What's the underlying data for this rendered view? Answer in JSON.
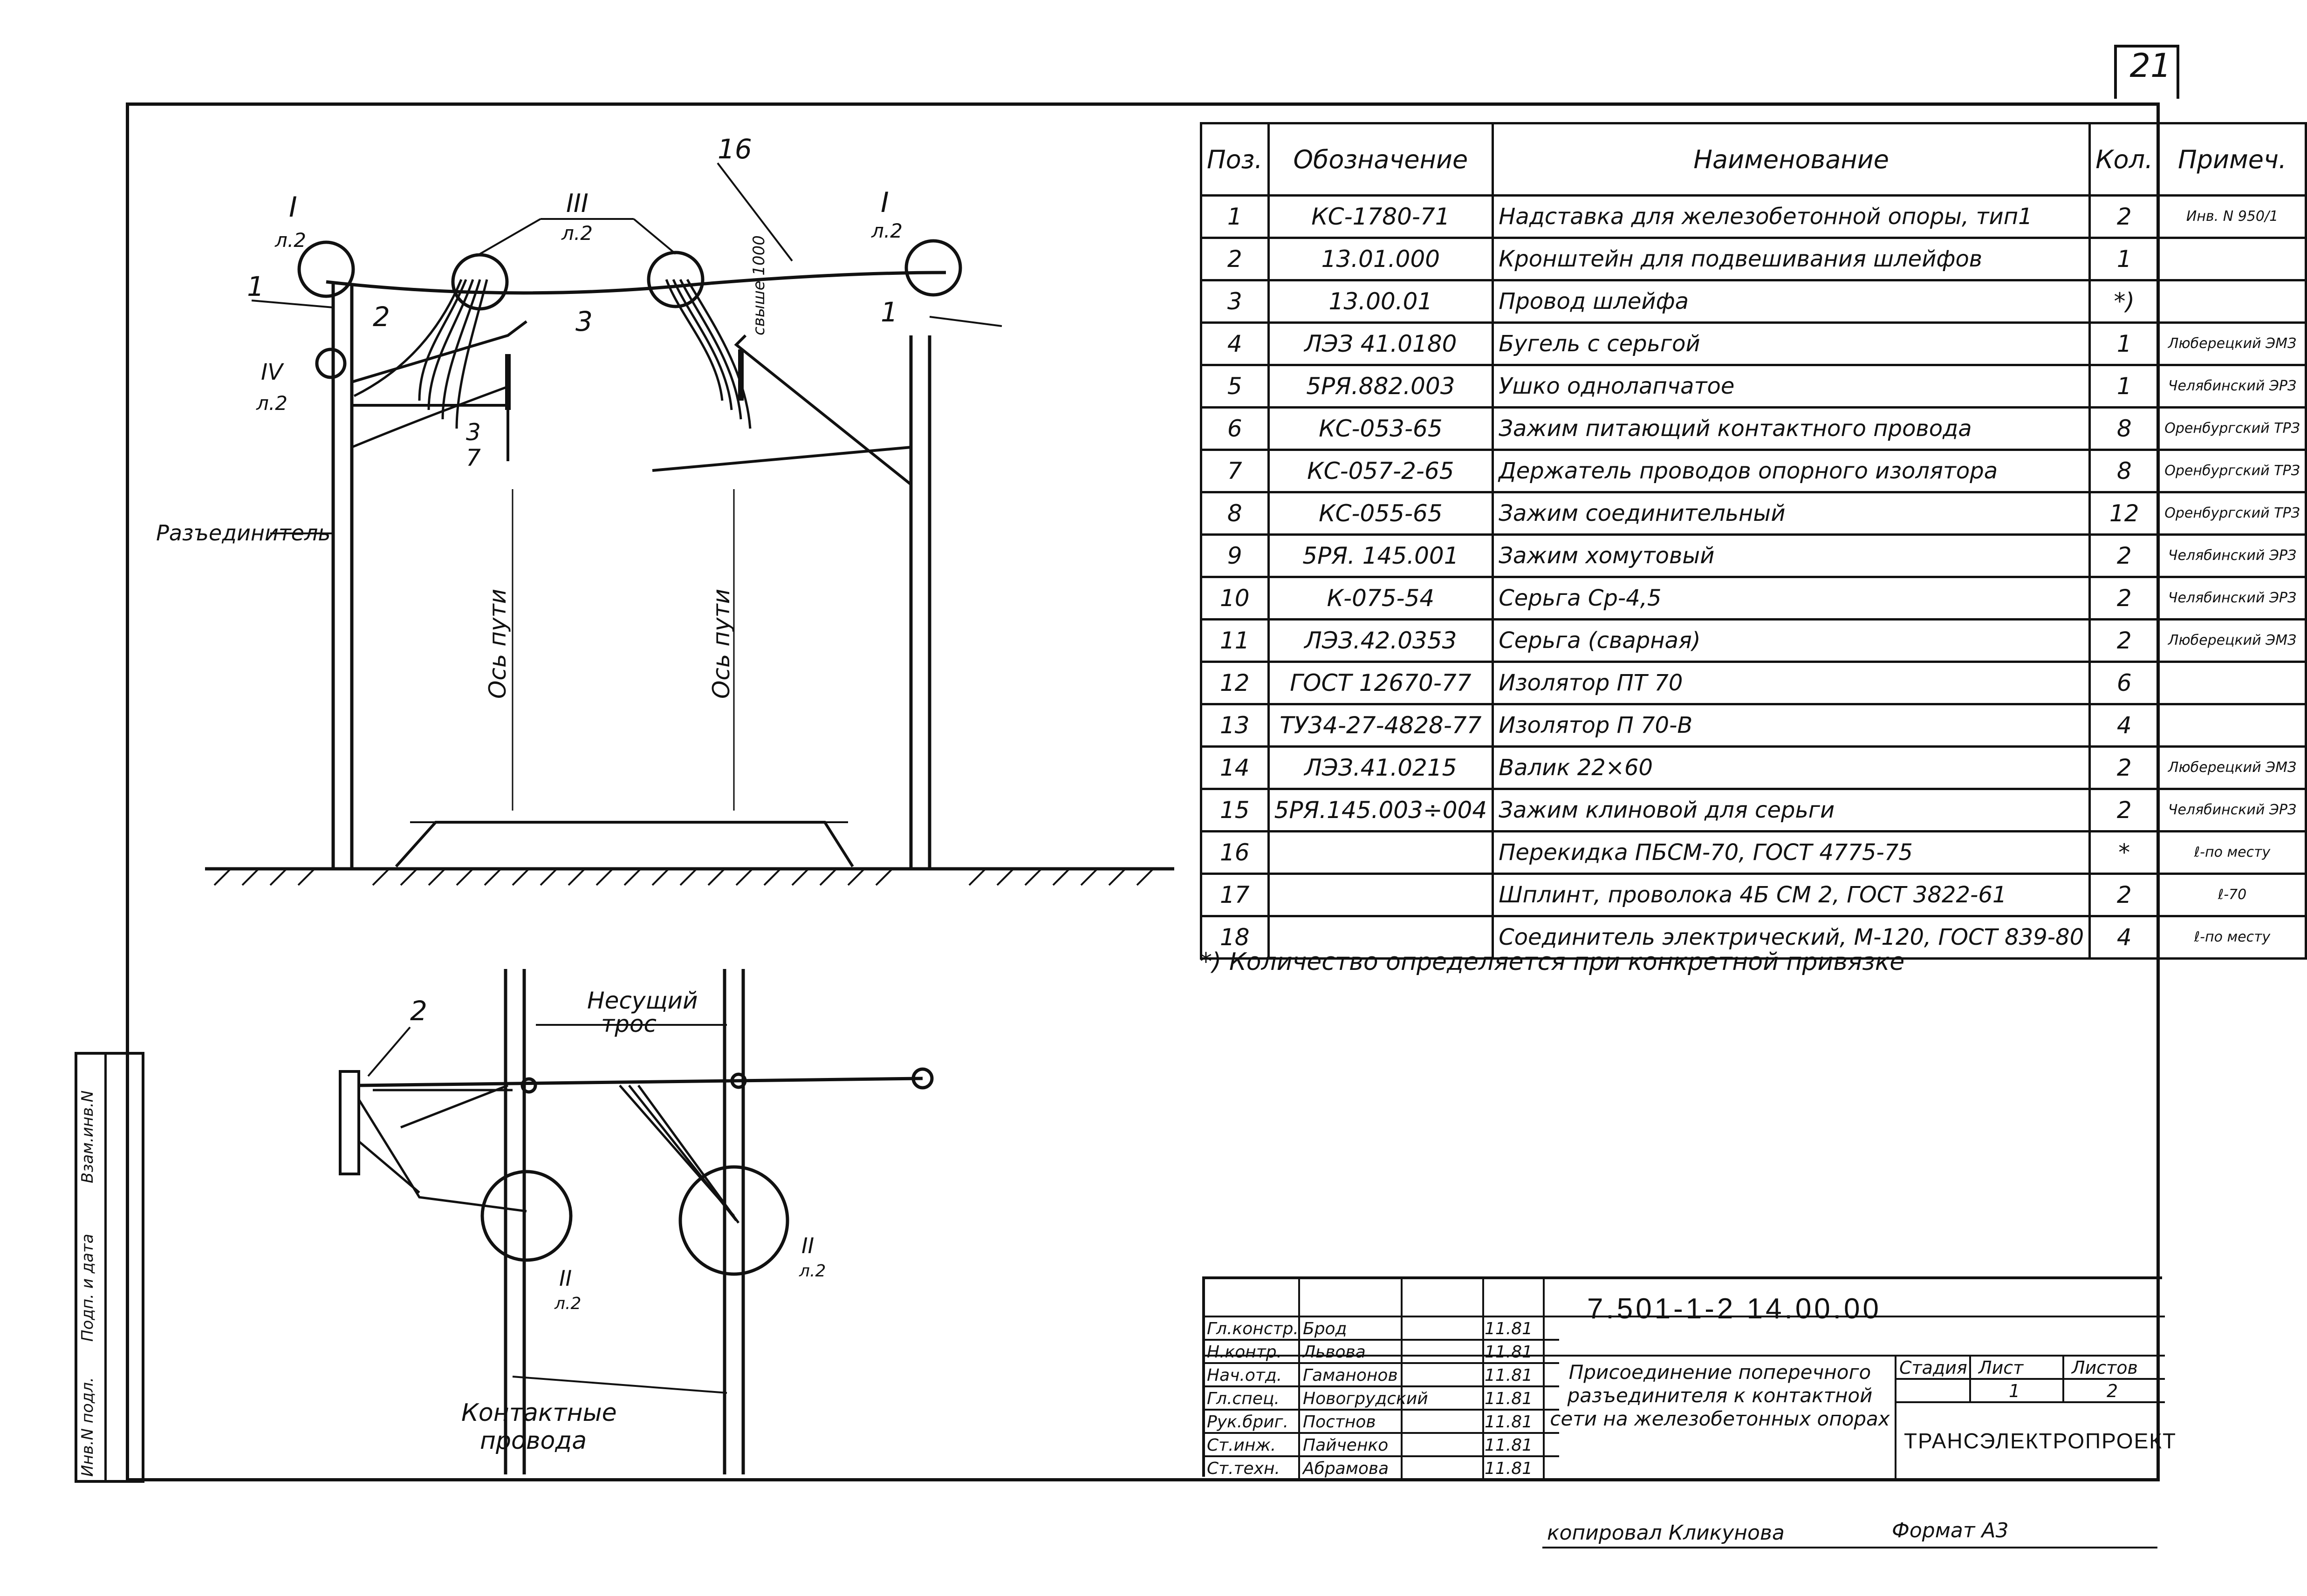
{
  "sheet_number": "21",
  "side_strip": {
    "field1": "Инв.N подл.",
    "field2": "Подп. и дата",
    "field3": "Взам.инв.N"
  },
  "drawing": {
    "labels": {
      "callout_I_left": "I",
      "callout_I_left_sub": "л.2",
      "callout_III": "III",
      "callout_III_sub": "л.2",
      "callout_I_right": "I",
      "callout_I_right_sub": "л.2",
      "callout_IV": "IV",
      "callout_IV_sub": "л.2",
      "callout_II_left": "II",
      "callout_II_left_sub": "л.2",
      "callout_II_right": "II",
      "callout_II_right_sub": "л.2",
      "pos_1_left": "1",
      "pos_1_right": "1",
      "pos_2": "2",
      "pos_3": "3",
      "pos_3b": "3",
      "pos_7": "7",
      "pos_16": "16",
      "pos_2_plan": "2",
      "disconnector": "Разъединитель",
      "track_axis_1": "Ось пути",
      "track_axis_2": "Ось пути",
      "sag": "свыше 1000",
      "carrier_line1": "Несущий",
      "carrier_line2": "трос",
      "contact_line1": "Контактные",
      "contact_line2": "провода"
    }
  },
  "spec_table": {
    "headers": [
      "Поз.",
      "Обозначение",
      "Наименование",
      "Кол.",
      "Примеч."
    ],
    "rows": [
      {
        "pos": "1",
        "designation": "КС-1780-71",
        "name": "Надставка для железобетонной опоры, тип1",
        "qty": "2",
        "note": "Инв. N 950/1"
      },
      {
        "pos": "2",
        "designation": "13.01.000",
        "name": "Кронштейн для подвешивания шлейфов",
        "qty": "1",
        "note": ""
      },
      {
        "pos": "3",
        "designation": "13.00.01",
        "name": "Провод шлейфа",
        "qty": "*)",
        "note": ""
      },
      {
        "pos": "4",
        "designation": "ЛЭЗ 41.0180",
        "name": "Бугель с серьгой",
        "qty": "1",
        "note": "Люберецкий ЭМЗ"
      },
      {
        "pos": "5",
        "designation": "5РЯ.882.003",
        "name": "Ушко однолапчатое",
        "qty": "1",
        "note": "Челябинский ЭРЗ"
      },
      {
        "pos": "6",
        "designation": "КС-053-65",
        "name": "Зажим питающий контактного провода",
        "qty": "8",
        "note": "Оренбургский ТРЗ"
      },
      {
        "pos": "7",
        "designation": "КС-057-2-65",
        "name": "Держатель проводов опорного изолятора",
        "qty": "8",
        "note": "Оренбургский ТРЗ"
      },
      {
        "pos": "8",
        "designation": "КС-055-65",
        "name": "Зажим соединительный",
        "qty": "12",
        "note": "Оренбургский ТРЗ"
      },
      {
        "pos": "9",
        "designation": "5РЯ. 145.001",
        "name": "Зажим хомутовый",
        "qty": "2",
        "note": "Челябинский ЭРЗ"
      },
      {
        "pos": "10",
        "designation": "К-075-54",
        "name": "Серьга Ср-4,5",
        "qty": "2",
        "note": "Челябинский ЭРЗ"
      },
      {
        "pos": "11",
        "designation": "ЛЭЗ.42.0353",
        "name": "Серьга (сварная)",
        "qty": "2",
        "note": "Люберецкий ЭМЗ"
      },
      {
        "pos": "12",
        "designation": "ГОСТ 12670-77",
        "name": "Изолятор ПТ 70",
        "qty": "6",
        "note": ""
      },
      {
        "pos": "13",
        "designation": "ТУ34-27-4828-77",
        "name": "Изолятор П 70-В",
        "qty": "4",
        "note": ""
      },
      {
        "pos": "14",
        "designation": "ЛЭЗ.41.0215",
        "name": "Валик 22×60",
        "qty": "2",
        "note": "Люберецкий ЭМЗ"
      },
      {
        "pos": "15",
        "designation": "5РЯ.145.003÷004",
        "name": "Зажим клиновой для серьги",
        "qty": "2",
        "note": "Челябинский ЭРЗ"
      },
      {
        "pos": "16",
        "designation": "",
        "name": "Перекидка ПБСМ-70, ГОСТ 4775-75",
        "qty": "*",
        "note": "ℓ-по месту"
      },
      {
        "pos": "17",
        "designation": "",
        "name": "Шплинт, проволока 4Б СМ 2, ГОСТ 3822-61",
        "qty": "2",
        "note": "ℓ-70"
      },
      {
        "pos": "18",
        "designation": "",
        "name": "Соединитель электрический, М-120, ГОСТ 839-80",
        "qty": "4",
        "note": "ℓ-по месту"
      }
    ]
  },
  "footnote": "*) Количество определяется при конкретной привязке",
  "title_block": {
    "doc_number": "7.501-1-2 14.00.00",
    "title": "Присоединение поперечного разъединителя к контактной сети на железобетонных опорах",
    "stage_label": "Стадия",
    "sheet_label": "Лист",
    "sheets_label": "Листов",
    "sheet_value": "1",
    "sheets_value": "2",
    "organization": "ТРАНСЭЛЕКТРОПРОЕКТ",
    "signatures": [
      {
        "role": "Гл.констр.",
        "name": "Брод",
        "date": "11.81"
      },
      {
        "role": "Н.контр.",
        "name": "Львова",
        "date": "11.81"
      },
      {
        "role": "Нач.отд.",
        "name": "Гаманонов",
        "date": "11.81"
      },
      {
        "role": "Гл.спец.",
        "name": "Новогрудский",
        "date": "11.81"
      },
      {
        "role": "Рук.бриг.",
        "name": "Постнов",
        "date": "11.81"
      },
      {
        "role": "Ст.инж.",
        "name": "Пайченко",
        "date": "11.81"
      },
      {
        "role": "Ст.техн.",
        "name": "Абрамова",
        "date": "11.81"
      }
    ]
  },
  "copied_by": "копировал Кликунова",
  "format": "Формат А3"
}
